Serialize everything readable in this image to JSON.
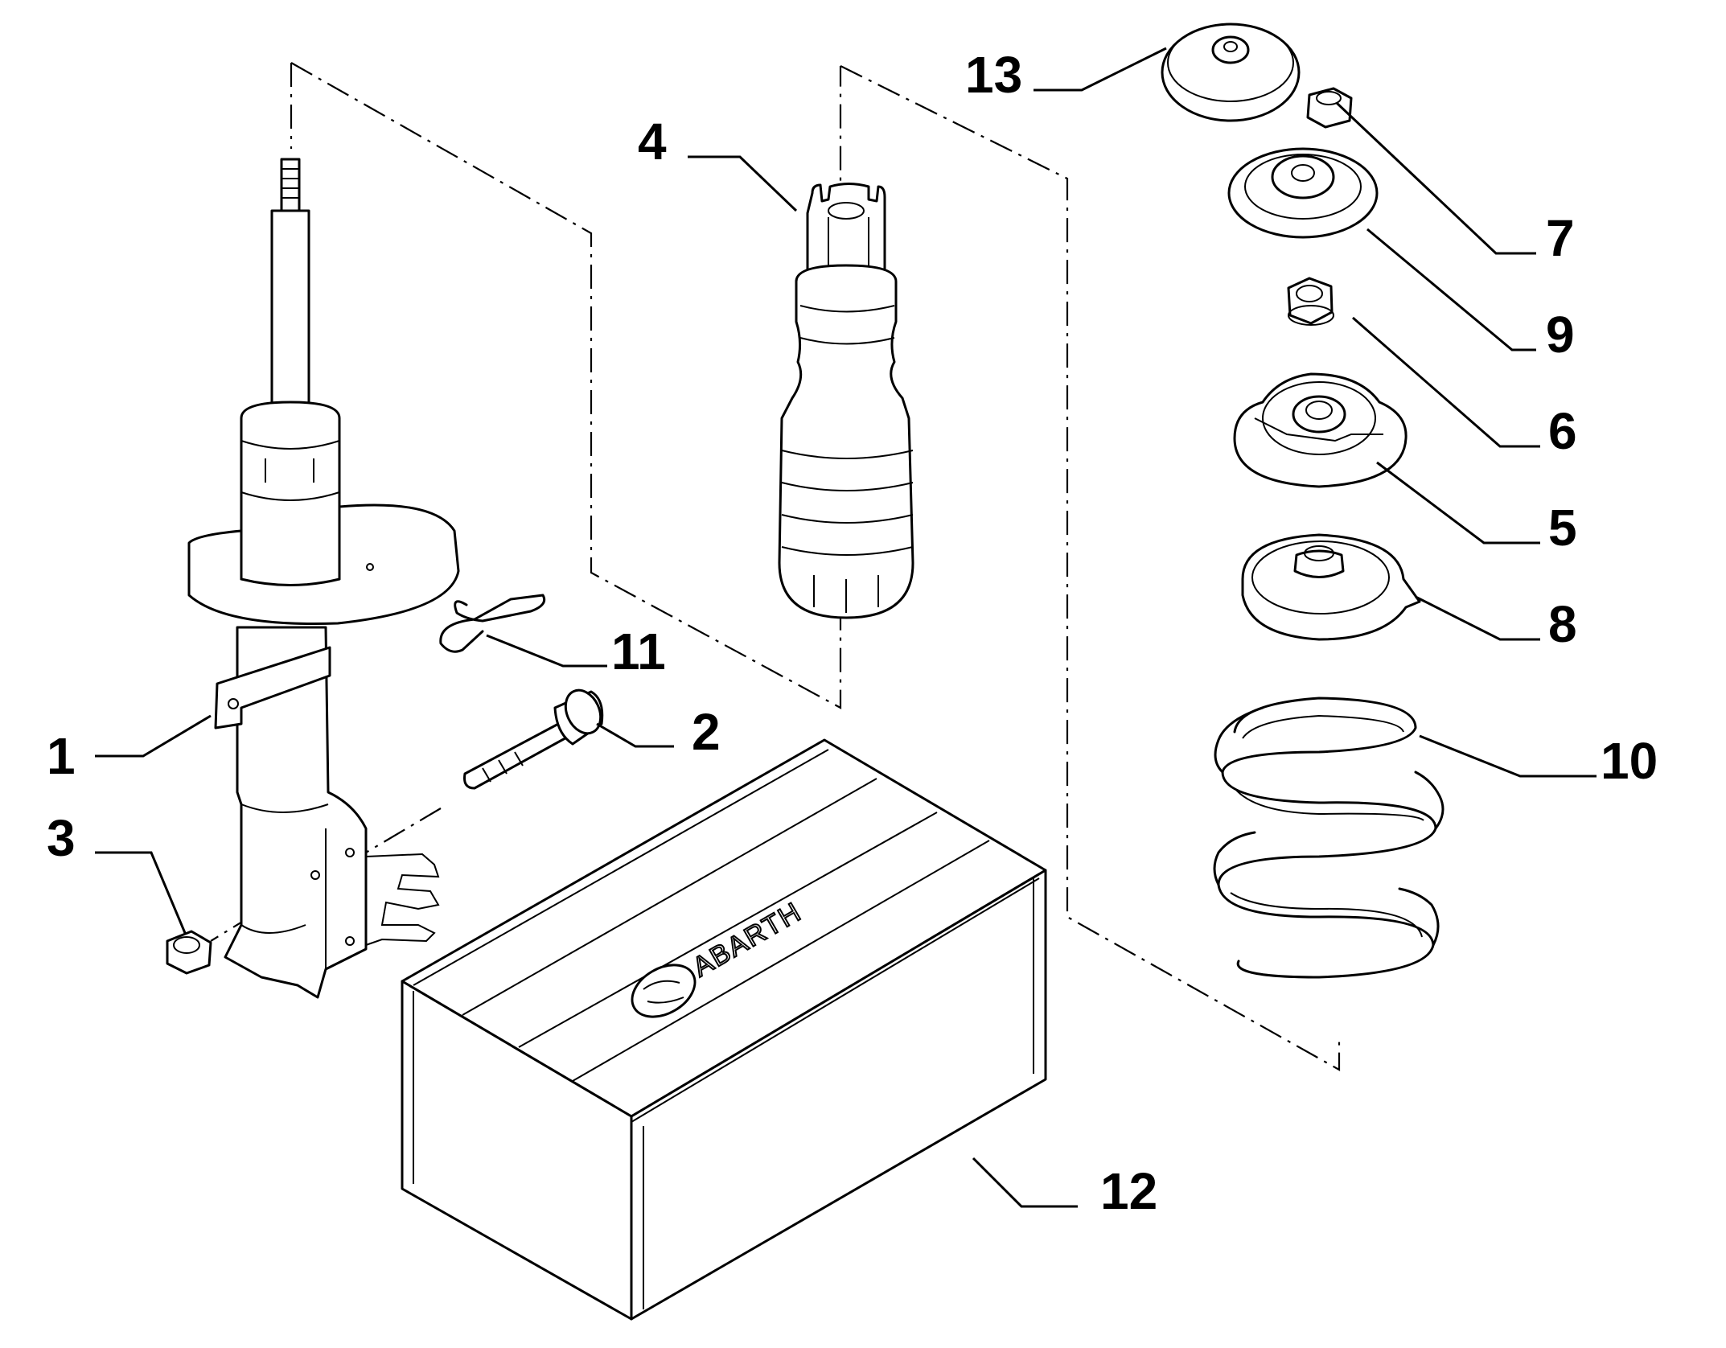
{
  "diagram": {
    "callouts": [
      {
        "id": "1",
        "label": "1"
      },
      {
        "id": "2",
        "label": "2"
      },
      {
        "id": "3",
        "label": "3"
      },
      {
        "id": "4",
        "label": "4"
      },
      {
        "id": "5",
        "label": "5"
      },
      {
        "id": "6",
        "label": "6"
      },
      {
        "id": "7",
        "label": "7"
      },
      {
        "id": "8",
        "label": "8"
      },
      {
        "id": "9",
        "label": "9"
      },
      {
        "id": "10",
        "label": "10"
      },
      {
        "id": "11",
        "label": "11"
      },
      {
        "id": "12",
        "label": "12"
      },
      {
        "id": "13",
        "label": "13"
      }
    ],
    "box_logo_text": "ABARTH"
  }
}
